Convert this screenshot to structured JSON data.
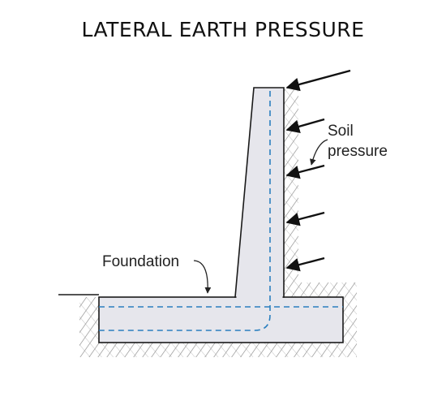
{
  "title": "LATERAL EARTH PRESSURE",
  "labels": {
    "soil_line1": "Soil",
    "soil_line2": "pressure",
    "foundation": "Foundation"
  },
  "colors": {
    "concrete": "#e6e6ec",
    "outline": "#1a1a1a",
    "rebar": "#2a7fbf",
    "hatch": "#7a7a7a"
  }
}
